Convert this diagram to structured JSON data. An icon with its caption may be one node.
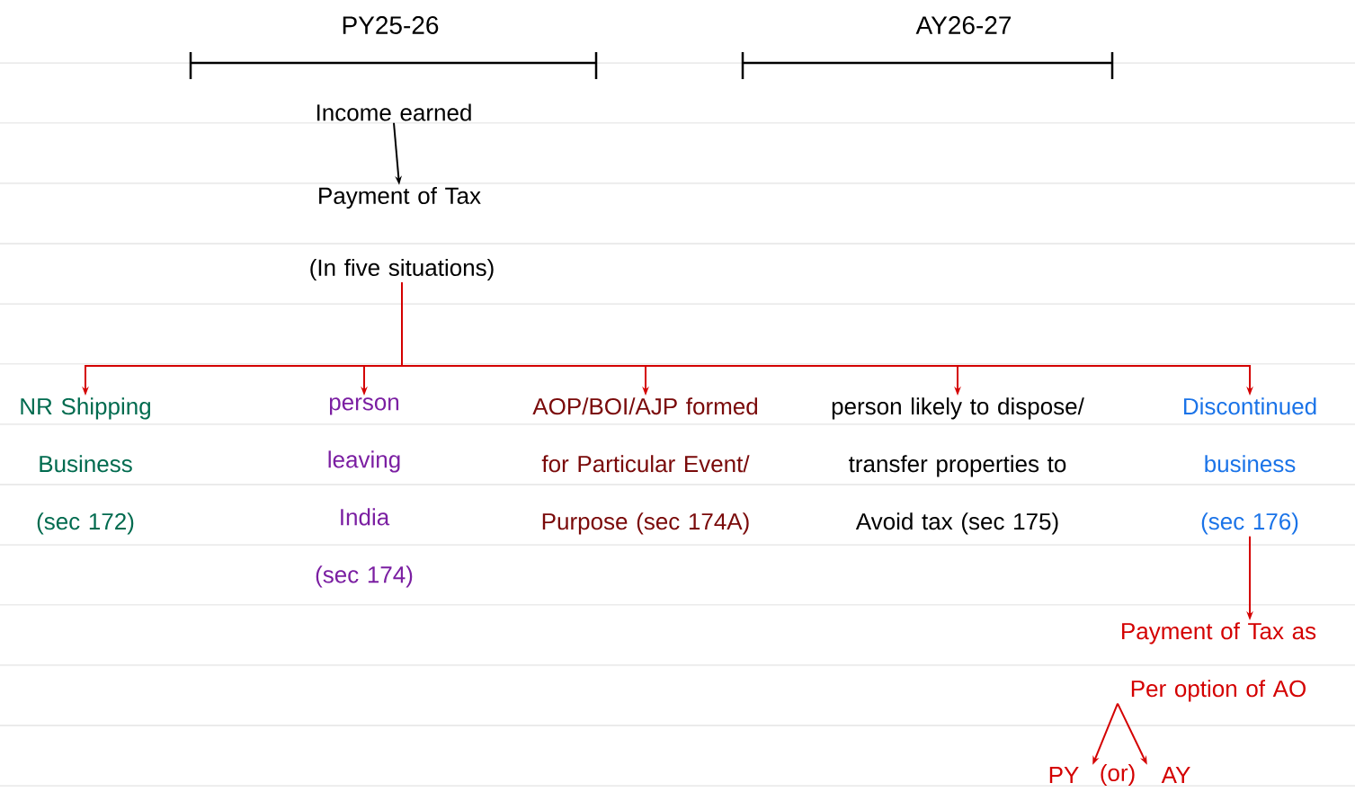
{
  "diagram": {
    "nodes": [
      {
        "text": [
          "Income earned"
        ]
      },
      {
        "text": [
          "Payment of Tax"
        ]
      },
      {
        "text": [
          "(In five situations)"
        ]
      },
      {
        "text": [
          "NR Shipping Business (sec 172)"
        ]
      },
      {
        "text": [
          "person leaving India (sec 174)"
        ]
      },
      {
        "text": [
          "AOP/BOI/AJP formed for Particular Event/ Purpose (sec 174A)"
        ]
      },
      {
        "text": [
          "person likely to dispose/ transfer properties to Avoid tax (sec 175)"
        ]
      },
      {
        "text": [
          "Discontinued business (sec 176)"
        ]
      },
      {
        "text": [
          "Payment of Tax as Per option of AO"
        ]
      },
      {
        "text": [
          "PY"
        ]
      },
      {
        "text": [
          "(or)"
        ]
      },
      {
        "text": [
          "AY"
        ]
      }
    ],
    "edges": [
      {
        "from": 0,
        "to": 1,
        "arrow": "to",
        "color": "#000000"
      },
      {
        "from": 2,
        "to": 3,
        "arrow": "to"
      },
      {
        "from": 2,
        "to": 4,
        "arrow": "to"
      },
      {
        "from": 2,
        "to": 5,
        "arrow": "to"
      },
      {
        "from": 2,
        "to": 6,
        "arrow": "to"
      },
      {
        "from": 2,
        "to": 7,
        "arrow": "to"
      },
      {
        "from": 7,
        "to": 8,
        "arrow": "to"
      },
      {
        "from": 8,
        "to": 9,
        "arrow": "to"
      },
      {
        "from": 8,
        "to": 11,
        "arrow": "to"
      }
    ],
    "labels": [
      "PY25-26",
      "AY26-27"
    ]
  }
}
